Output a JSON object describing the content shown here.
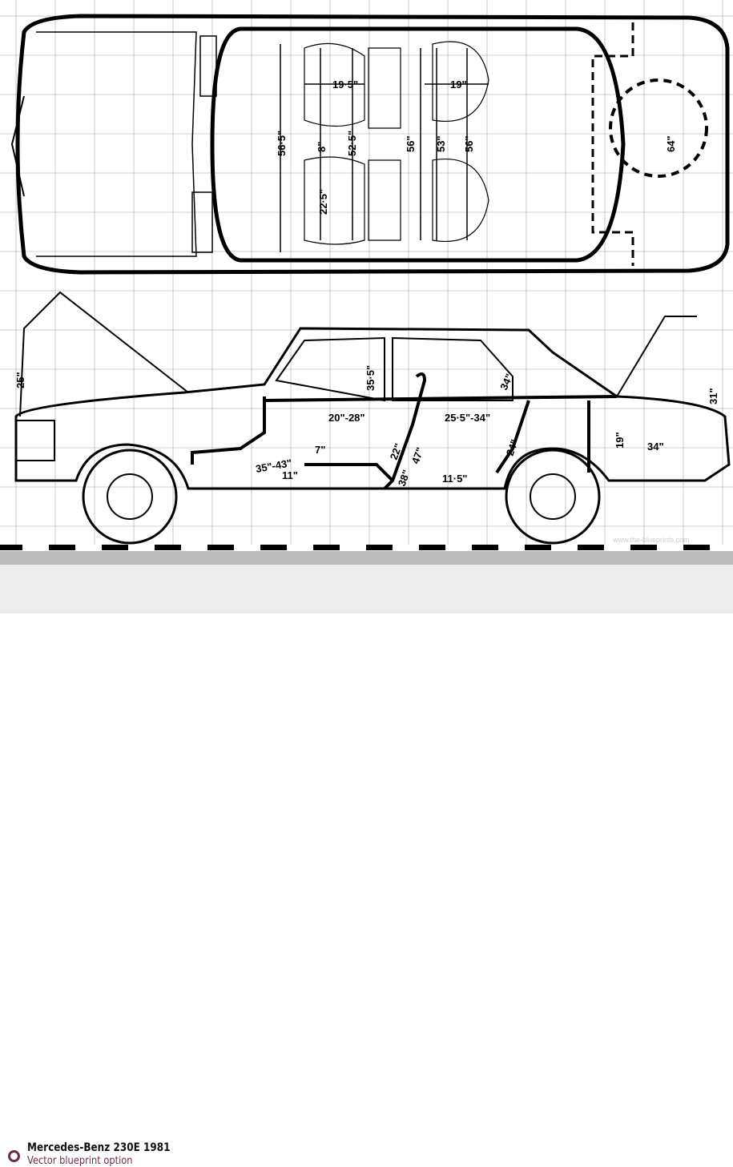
{
  "blueprint": {
    "top_view_dimensions": [
      "19·5\"",
      "19\"",
      "56·5\"",
      "8\"",
      "52·5\"",
      "56\"",
      "53\"",
      "56\"",
      "22·5\"",
      "64\""
    ],
    "side_view_dimensions": [
      "25\"",
      "35·5\"",
      "34\"",
      "31\"",
      "20\"-28\"",
      "25·5\"-34\"",
      "7\"",
      "19\"",
      "34\"",
      "22\"",
      "47\"",
      "24\"",
      "35\"-43\"",
      "11\"",
      "38\"",
      "11·5\""
    ],
    "watermark": "www.the-blueprints.com"
  },
  "caption": {
    "title": "Mercedes-Benz 230E 1981",
    "subtitle": "Vector blueprint option",
    "accent_color": "#6b2b4a"
  }
}
